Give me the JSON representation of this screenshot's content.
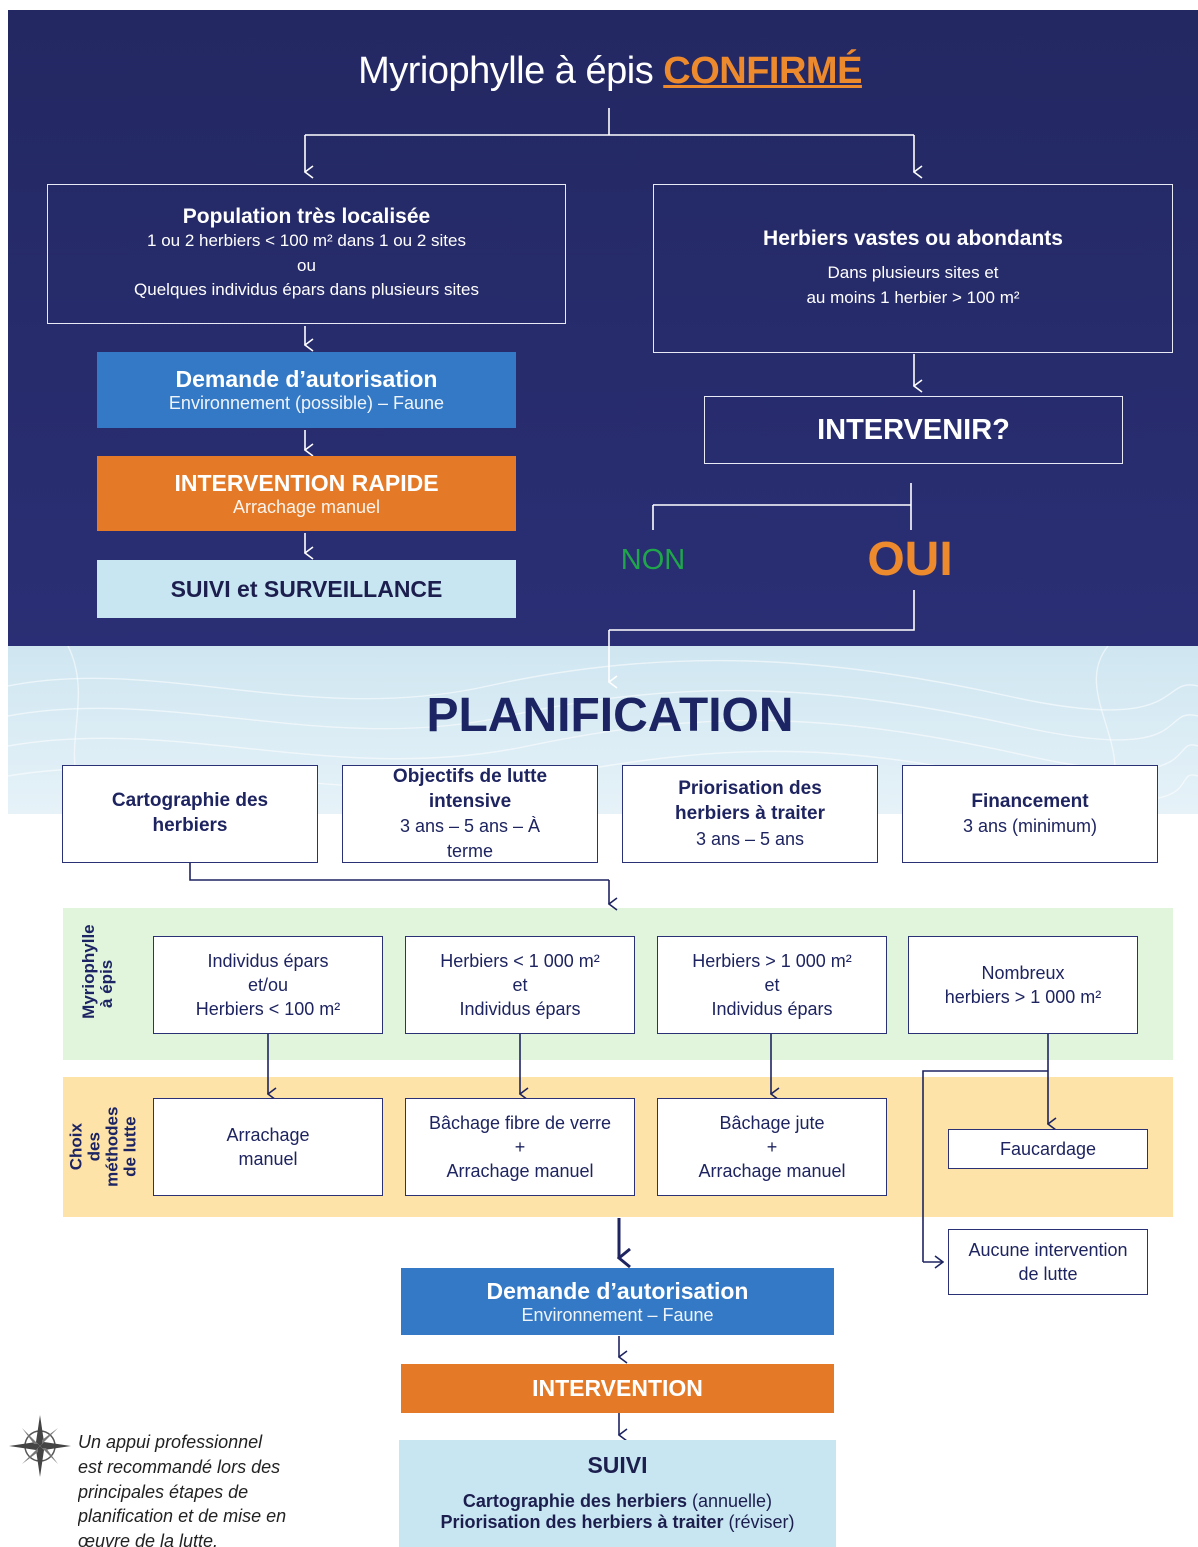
{
  "title": {
    "prefix": "Myriophylle à épis",
    "highlight": "CONFIRMÉ"
  },
  "left_branch": {
    "box_heading": "Population très localisée",
    "box_line1": "1 ou 2 herbiers < 100 m² dans 1 ou 2 sites",
    "box_line2": "ou",
    "box_line3": "Quelques individus épars dans plusieurs sites",
    "auth_heading": "Demande d’autorisation",
    "auth_sub": "Environnement (possible) – Faune",
    "rapid_heading": "INTERVENTION RAPIDE",
    "rapid_sub": "Arrachage manuel",
    "follow": "SUIVI et SURVEILLANCE"
  },
  "right_branch": {
    "box_heading": "Herbiers vastes ou abondants",
    "box_line1": "Dans plusieurs sites et",
    "box_line2": "au moins 1 herbier > 100 m²",
    "question": "INTERVENIR?",
    "no": "NON",
    "yes": "OUI"
  },
  "planning": {
    "title": "PLANIFICATION",
    "boxes": [
      {
        "heading": "Cartographie des herbiers",
        "sub": ""
      },
      {
        "heading": "Objectifs de lutte intensive",
        "sub": "3 ans – 5 ans – À terme"
      },
      {
        "heading": "Priorisation des herbiers à traiter",
        "sub": "3 ans – 5 ans"
      },
      {
        "heading": "Financement",
        "sub": "3 ans (minimum)"
      }
    ]
  },
  "situation_row": {
    "label": "Myriophylle à épis",
    "items": [
      {
        "line1": "Individus épars",
        "line2": "et/ou",
        "line3": "Herbiers < 100 m²"
      },
      {
        "line1": "Herbiers < 1 000 m²",
        "line2": "et",
        "line3": "Individus épars"
      },
      {
        "line1": "Herbiers > 1 000 m²",
        "line2": "et",
        "line3": "Individus épars"
      },
      {
        "line1": "Nombreux",
        "line2": "herbiers > 1 000 m²",
        "line3": ""
      }
    ]
  },
  "methods_row": {
    "label": "Choix des méthodes de lutte",
    "items": [
      {
        "line1": "Arrachage",
        "line2": "manuel",
        "line3": ""
      },
      {
        "line1": "Bâchage fibre de verre",
        "line2": "+",
        "line3": "Arrachage manuel"
      },
      {
        "line1": "Bâchage jute",
        "line2": "+",
        "line3": "Arrachage manuel"
      },
      {
        "line1": "Faucardage",
        "line2": "",
        "line3": ""
      }
    ],
    "no_action_line1": "Aucune intervention",
    "no_action_line2": "de lutte"
  },
  "bottom": {
    "auth_heading": "Demande d’autorisation",
    "auth_sub": "Environnement – Faune",
    "intervention": "INTERVENTION",
    "follow_heading": "SUIVI",
    "follow_l1_bold": "Cartographie des herbiers",
    "follow_l1_rest": " (annuelle)",
    "follow_l2_bold": "Priorisation des herbiers à traiter",
    "follow_l2_rest": " (réviser)"
  },
  "note": {
    "line1": "Un appui professionnel",
    "line2": "est recommandé lors des",
    "line3": "principales étapes de",
    "line4": "planification et de mise en",
    "line5": "œuvre de la lutte."
  },
  "colors": {
    "navy": "#232862",
    "blue": "#3379c5",
    "orange": "#e47a27",
    "light_blue": "#c8e5f2",
    "green_band": "#e1f5dc",
    "yellow_band": "#fde3a7",
    "non_green": "#1fa64a"
  }
}
